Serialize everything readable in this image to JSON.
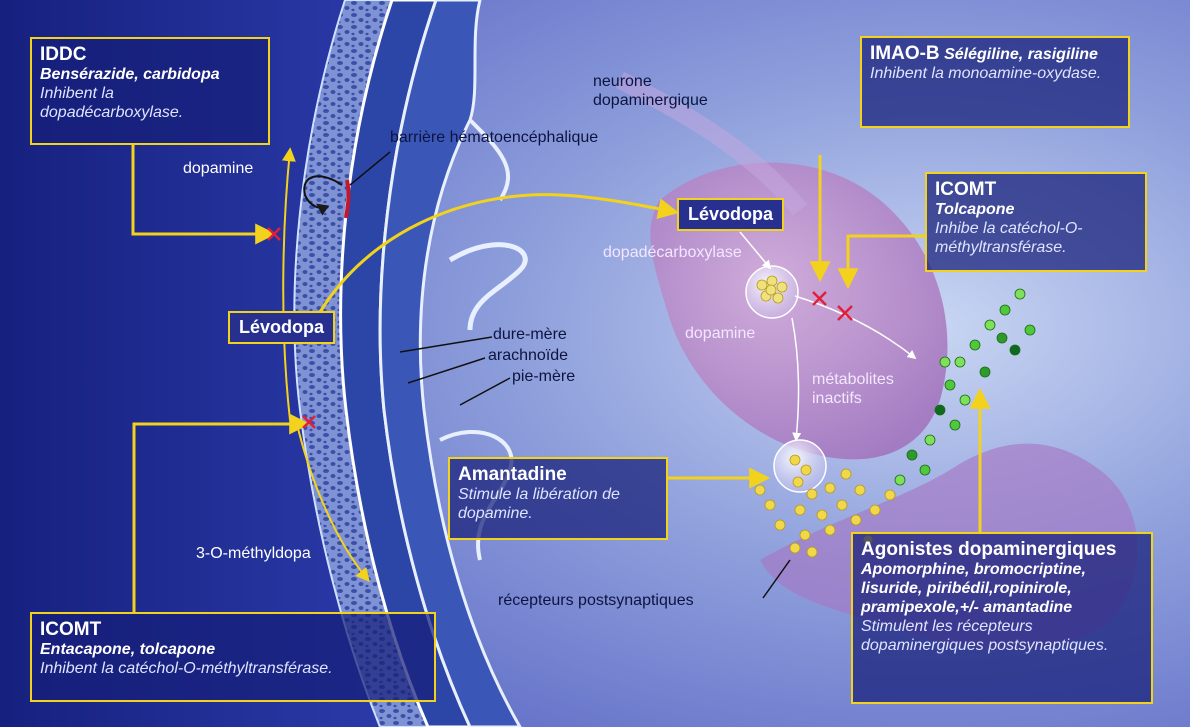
{
  "boxes": {
    "iddc": {
      "title": "IDDC",
      "drugs": "Bensérazide, carbidopa",
      "action": "Inhibent la dopadécarboxylase."
    },
    "imao_b": {
      "title": "IMAO-B",
      "drugs": "Sélégiline, rasigiline",
      "action": "Inhibent la monoamine-oxydase."
    },
    "icomt_central": {
      "title": "ICOMT",
      "drugs": "Tolcapone",
      "action": "Inhibe la catéchol-O-méthyltransférase."
    },
    "amantadine": {
      "title": "Amantadine",
      "action": "Stimule la libération de dopamine."
    },
    "icomt_peripheral": {
      "title": "ICOMT",
      "drugs": "Entacapone, tolcapone",
      "action": "Inhibent la catéchol-O-méthyltransférase."
    },
    "agonists": {
      "title": "Agonistes dopaminergiques",
      "drugs": "Apomorphine, bromocriptine, lisuride, piribédil,ropinirole, pramipexole,+/- amantadine",
      "action": "Stimulent les récepteurs dopaminergiques postsynaptiques."
    }
  },
  "tags": {
    "levodopa_left": "Lévodopa",
    "levodopa_right": "Lévodopa"
  },
  "labels": {
    "neurone": "neurone dopaminergique",
    "barriere": "barrière hématoencéphalique",
    "dopamine_left": "dopamine",
    "dopadecarboxylase": "dopadécarboxylase",
    "dopamine_center": "dopamine",
    "dure_mere": "dure-mère",
    "arachnoide": "arachnoïde",
    "pie_mere": "pie-mère",
    "metabolites": "métabolites inactifs",
    "methyldopa": "3-O-méthyldopa",
    "recepteurs": "récepteurs postsynaptiques"
  },
  "colors": {
    "background": "#1b2a8f",
    "box_border": "#f2d21c",
    "arrow": "#f2d21c",
    "inhibition_cross": "#e0203a",
    "dopamine_vesicle": "#f0e27a",
    "agonist_dots": "#4fc83a"
  }
}
